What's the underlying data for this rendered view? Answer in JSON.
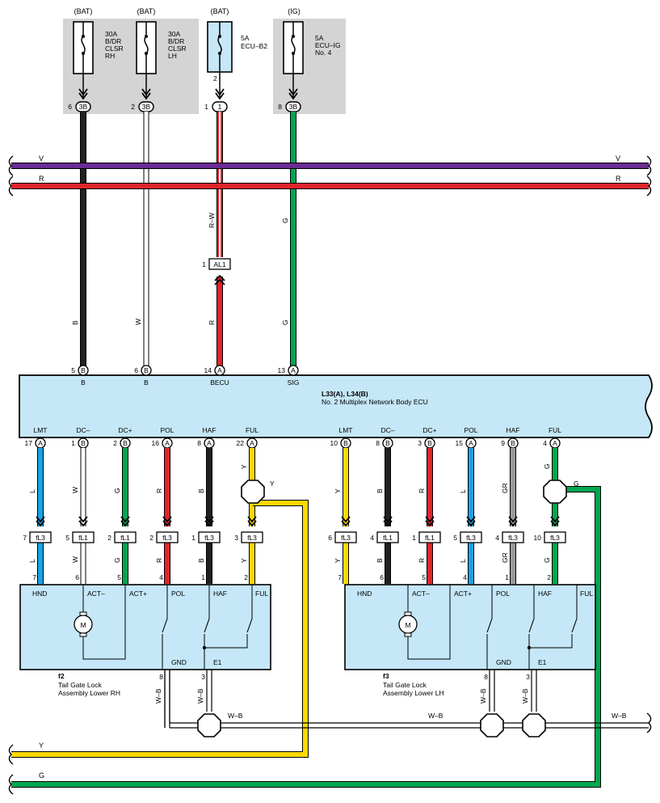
{
  "fuses": [
    {
      "source": "(BAT)",
      "l1": "30A",
      "l2": "B/DR",
      "l3": "CLSR",
      "l4": "RH",
      "pin": "6",
      "conn": "3B"
    },
    {
      "source": "(BAT)",
      "l1": "30A",
      "l2": "B/DR",
      "l3": "CLSR",
      "l4": "LH",
      "pin": "2",
      "conn": "3B"
    },
    {
      "source": "(BAT)",
      "l1": "5A",
      "l2": "ECU–B2",
      "l3": "",
      "l4": "",
      "pin": "1",
      "conn": "1",
      "pin_above": "2"
    },
    {
      "source": "(IG)",
      "l1": "5A",
      "l2": "ECU–IG",
      "l3": "No. 4",
      "l4": "",
      "pin": "8",
      "conn": "3B"
    }
  ],
  "buses": {
    "v": "V",
    "r": "R",
    "y": "Y",
    "g": "G"
  },
  "upper_wires": {
    "b": "B",
    "w": "W",
    "rw": "R–W",
    "r": "R",
    "g_top": "G",
    "g_bottom": "G"
  },
  "al1": {
    "pin": "1",
    "label": "AL1"
  },
  "ecu": {
    "title": "L33(A), L34(B)",
    "subtitle": "No. 2 Multiplex Network Body ECU",
    "top_pins": [
      {
        "num": "5",
        "conn": "B",
        "label": "B"
      },
      {
        "num": "6",
        "conn": "B",
        "label": "B"
      },
      {
        "num": "14",
        "conn": "A",
        "label": "BECU"
      },
      {
        "num": "13",
        "conn": "A",
        "label": "SIG"
      }
    ],
    "bottom_pins": [
      {
        "label": "LMT",
        "num": "17",
        "conn": "A"
      },
      {
        "label": "DC–",
        "num": "1",
        "conn": "B"
      },
      {
        "label": "DC+",
        "num": "2",
        "conn": "B"
      },
      {
        "label": "POL",
        "num": "16",
        "conn": "A"
      },
      {
        "label": "HAF",
        "num": "8",
        "conn": "A"
      },
      {
        "label": "FUL",
        "num": "22",
        "conn": "A"
      },
      {
        "label": "LMT",
        "num": "10",
        "conn": "B"
      },
      {
        "label": "DC–",
        "num": "8",
        "conn": "B"
      },
      {
        "label": "DC+",
        "num": "3",
        "conn": "B"
      },
      {
        "label": "POL",
        "num": "15",
        "conn": "A"
      },
      {
        "label": "HAF",
        "num": "9",
        "conn": "B"
      },
      {
        "label": "FUL",
        "num": "4",
        "conn": "A"
      }
    ]
  },
  "lower_wires": [
    {
      "color": "L",
      "fl_pin": "7",
      "fl": "fL3",
      "mpin": "7"
    },
    {
      "color": "W",
      "fl_pin": "5",
      "fl": "fL1",
      "mpin": "6"
    },
    {
      "color": "G",
      "fl_pin": "2",
      "fl": "fL1",
      "mpin": "5"
    },
    {
      "color": "R",
      "fl_pin": "2",
      "fl": "fL3",
      "mpin": "4"
    },
    {
      "color": "B",
      "fl_pin": "1",
      "fl": "fL3",
      "mpin": "1"
    },
    {
      "color": "Y",
      "fl_pin": "3",
      "fl": "fL3",
      "mpin": "2"
    },
    {
      "color": "Y",
      "fl_pin": "6",
      "fl": "fL3",
      "mpin": "7"
    },
    {
      "color": "B",
      "fl_pin": "4",
      "fl": "fL1",
      "mpin": "6"
    },
    {
      "color": "R",
      "fl_pin": "1",
      "fl": "fL1",
      "mpin": "5"
    },
    {
      "color": "L",
      "fl_pin": "5",
      "fl": "fL3",
      "mpin": "4"
    },
    {
      "color": "GR",
      "fl_pin": "4",
      "fl": "fL3",
      "mpin": "1"
    },
    {
      "color": "G",
      "fl_pin": "10",
      "fl": "fL3",
      "mpin": "2"
    }
  ],
  "splice_wires": {
    "y": "Y",
    "g": "G"
  },
  "modules": [
    {
      "code": "f2",
      "name1": "Tail Gate Lock",
      "name2": "Assembly Lower RH",
      "pins": [
        "HND",
        "ACT–",
        "ACT+",
        "POL",
        "HAF",
        "FUL"
      ],
      "gnd": "GND",
      "e1": "E1",
      "gpin": "8",
      "epin": "3",
      "gwire": "W–B",
      "ewire": "W–B",
      "motor": "M"
    },
    {
      "code": "f3",
      "name1": "Tail Gate Lock",
      "name2": "Assembly Lower LH",
      "pins": [
        "HND",
        "ACT–",
        "ACT+",
        "POL",
        "HAF",
        "FUL"
      ],
      "gnd": "GND",
      "e1": "E1",
      "gpin": "8",
      "epin": "3",
      "gwire": "W–B",
      "ewire": "W–B",
      "motor": "M"
    }
  ],
  "ground_bus": {
    "l1": "W–B",
    "l2": "W–B",
    "l3": "W–B"
  },
  "colors": {
    "violet": "#6a2c91",
    "red": "#e3242b",
    "yellow": "#ffd800",
    "green": "#00a651",
    "blue": "#1ba1e2",
    "black": "#231f20",
    "gray": "#9a9a9a",
    "ecu_fill": "#c5e7f7",
    "fuse_bg": "#d4d4d4"
  }
}
